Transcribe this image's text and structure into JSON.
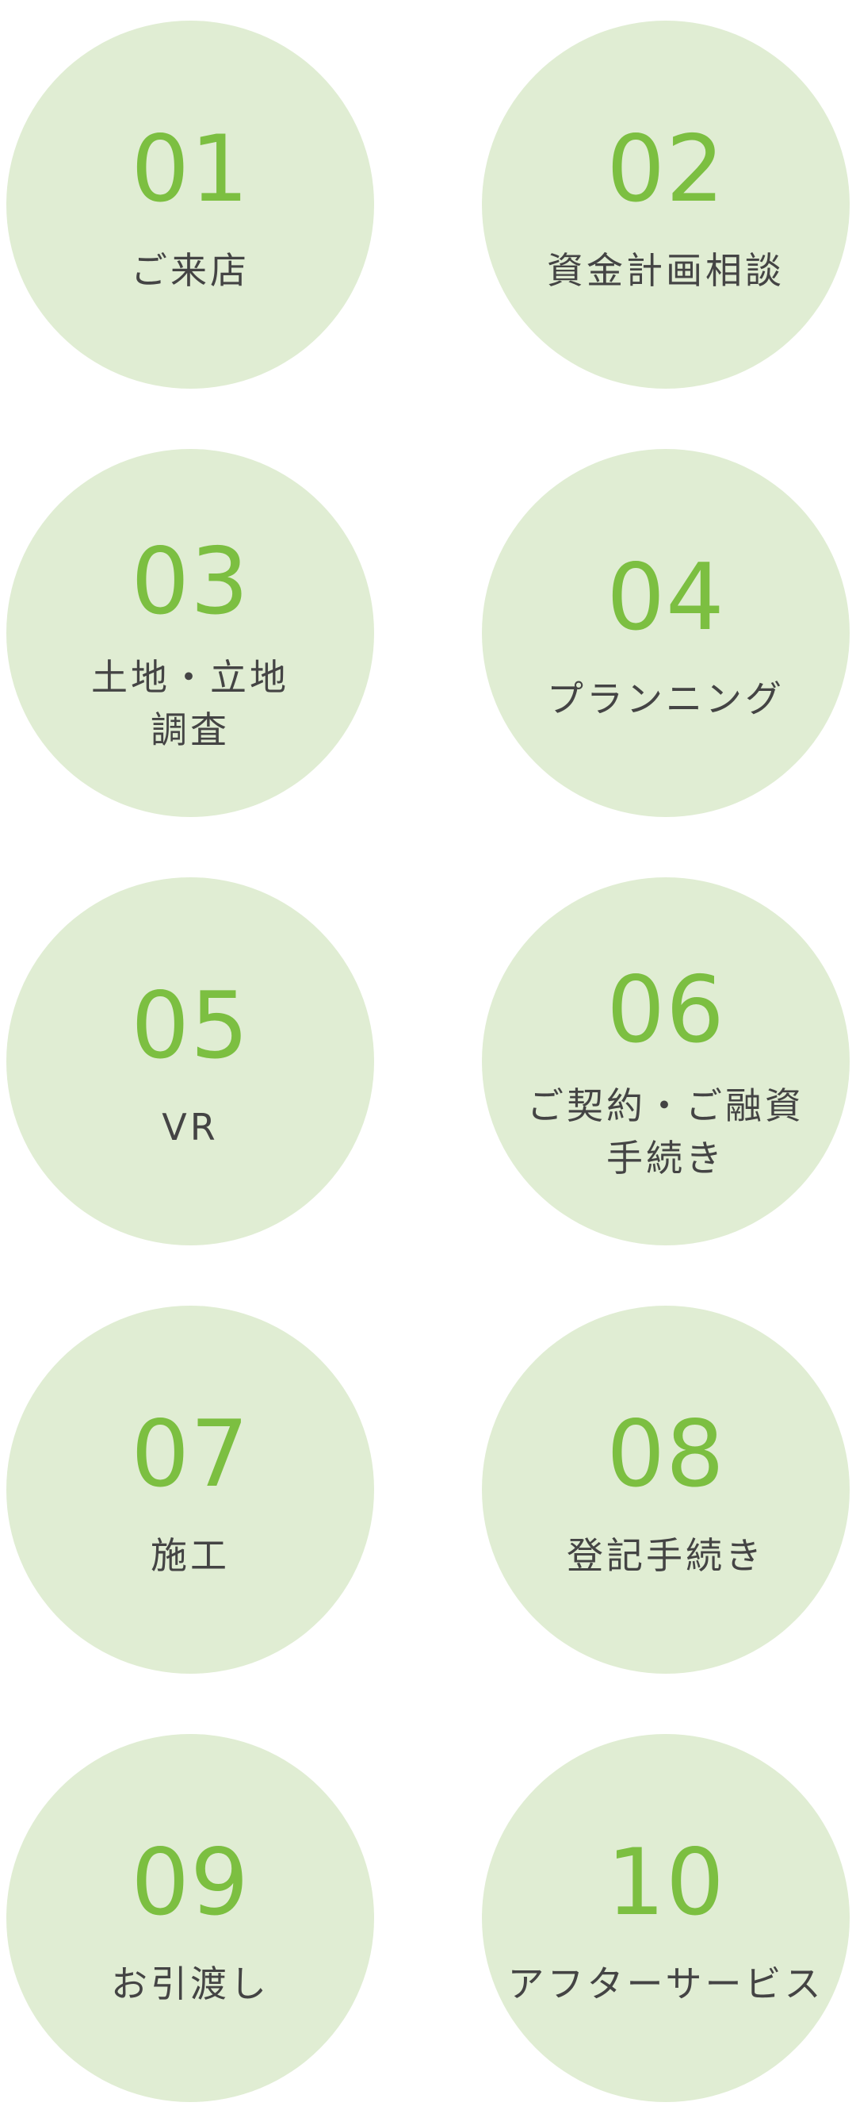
{
  "steps": [
    {
      "number": "01",
      "label": "ご来店"
    },
    {
      "number": "02",
      "label": "資金計画相談"
    },
    {
      "number": "03",
      "label": "土地・立地\n調査"
    },
    {
      "number": "04",
      "label": "プランニング"
    },
    {
      "number": "05",
      "label": "VR"
    },
    {
      "number": "06",
      "label": "ご契約・ご融資\n手続き"
    },
    {
      "number": "07",
      "label": "施工"
    },
    {
      "number": "08",
      "label": "登記手続き"
    },
    {
      "number": "09",
      "label": "お引渡し"
    },
    {
      "number": "10",
      "label": "アフターサービス"
    }
  ],
  "colors": {
    "circle": "#e0edd3",
    "number": "#7cbf41",
    "label": "#444444"
  }
}
